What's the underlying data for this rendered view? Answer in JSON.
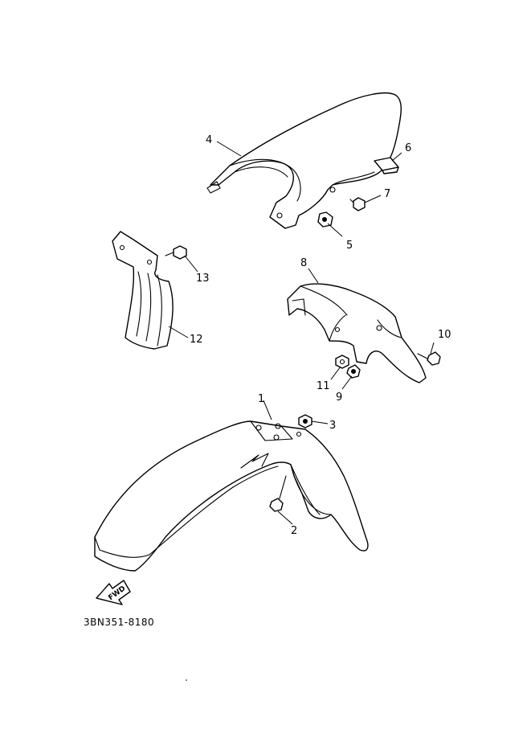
{
  "callouts": {
    "c1": "1",
    "c2": "2",
    "c3": "3",
    "c4": "4",
    "c5": "5",
    "c6": "6",
    "c7": "7",
    "c8": "8",
    "c9": "9",
    "c10": "10",
    "c11": "11",
    "c12": "12",
    "c13": "13"
  },
  "fwd_label": "FWD",
  "diagram_code": "3BN351-8180"
}
